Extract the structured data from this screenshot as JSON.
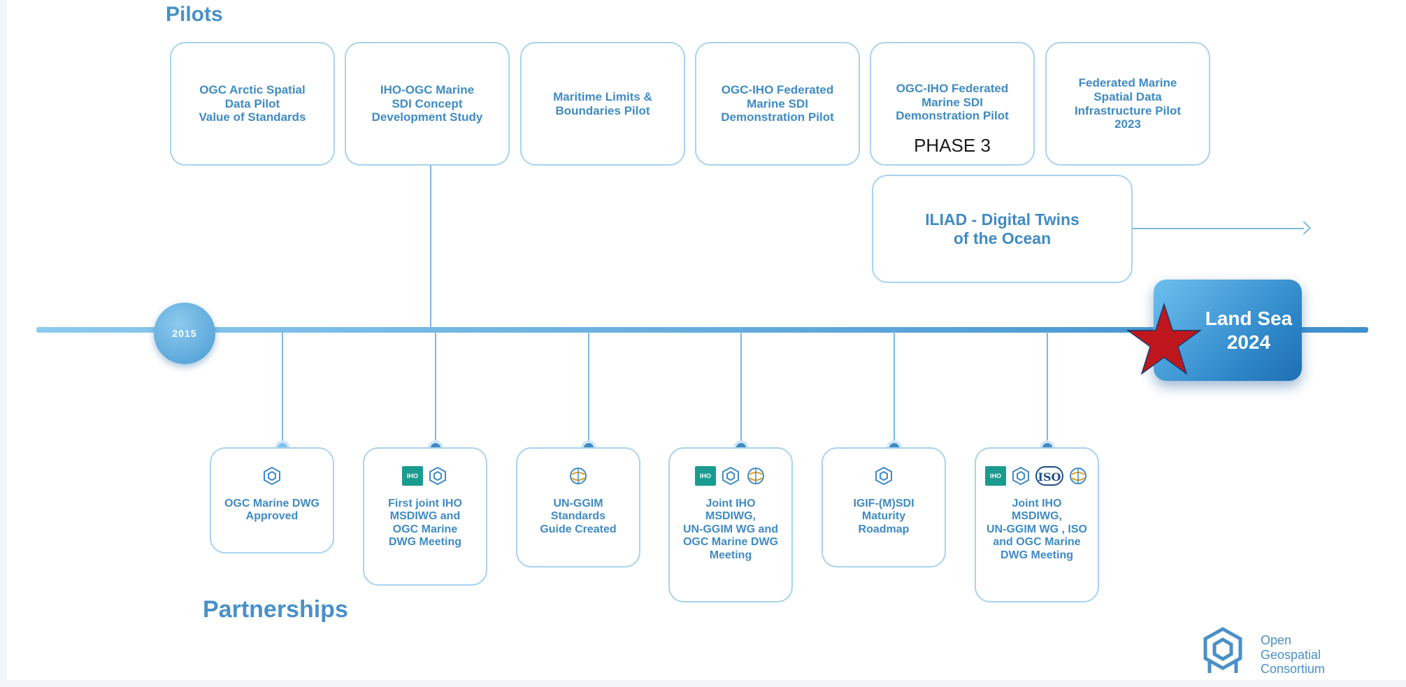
{
  "sections": {
    "pilots": "Pilots",
    "partnerships": "Partnerships"
  },
  "pilots": [
    {
      "text": "OGC Arctic Spatial\nData Pilot\nValue of Standards"
    },
    {
      "text": "IHO-OGC Marine\nSDI Concept\nDevelopment Study"
    },
    {
      "text": "Maritime Limits &\nBoundaries Pilot"
    },
    {
      "text": "OGC-IHO Federated\nMarine SDI\nDemonstration Pilot"
    },
    {
      "text": "OGC-IHO Federated\nMarine SDI\nDemonstration Pilot",
      "note": "PHASE 3"
    },
    {
      "text": "Federated Marine\nSpatial Data\nInfrastructure Pilot\n2023"
    }
  ],
  "ongoing": {
    "text": "ILIAD  - Digital Twins\nof the Ocean"
  },
  "timeline": {
    "start": "2015",
    "end": "Land Sea\n2024"
  },
  "partnerships": [
    {
      "text": "OGC Marine DWG\nApproved",
      "logos": [
        "ogc-logo-icon"
      ]
    },
    {
      "text": "First joint IHO\nMSDIWG and\nOGC Marine\nDWG Meeting",
      "logos": [
        "iho-logo-icon",
        "ogc-logo-icon"
      ]
    },
    {
      "text": "UN-GGIM\nStandards\nGuide Created",
      "logos": [
        "un-ggim-logo-icon"
      ]
    },
    {
      "text": "Joint IHO\nMSDIWG,\nUN-GGIM WG and\nOGC Marine DWG\nMeeting",
      "logos": [
        "iho-logo-icon",
        "ogc-logo-icon",
        "un-ggim-logo-icon"
      ]
    },
    {
      "text": "IGIF-(M)SDI\nMaturity\nRoadmap",
      "logos": [
        "ogc-logo-icon"
      ]
    },
    {
      "text": "Joint IHO\nMSDIWG,\nUN-GGIM WG , ISO\nand OGC Marine\nDWG Meeting",
      "logos": [
        "iho-logo-icon",
        "ogc-logo-icon",
        "iso-logo-icon",
        "un-ggim-logo-icon"
      ]
    }
  ],
  "logo_labels": {
    "iho": "IHO",
    "iso": "ISO"
  },
  "branding": {
    "name": "Open\nGeospatial\nConsortium"
  },
  "colors": {
    "accent": "#3f8bc3",
    "border": "#a9d3ee",
    "star": "#c0161d"
  }
}
